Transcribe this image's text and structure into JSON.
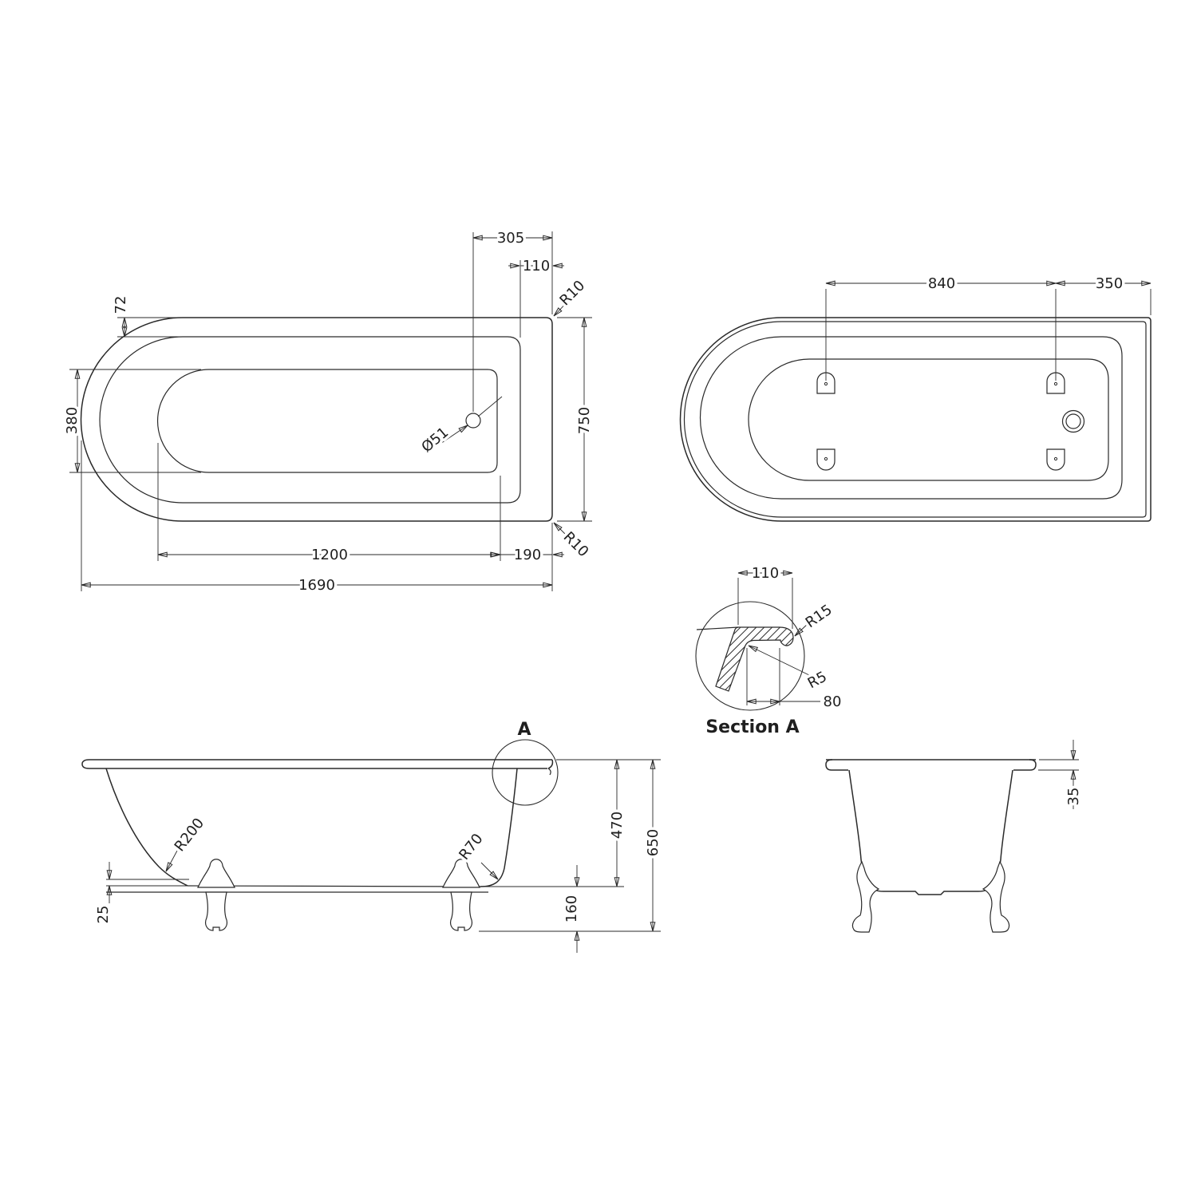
{
  "drawing": {
    "background": "#ffffff",
    "stroke_color": "#2a2a2a",
    "plan_view": {
      "dim_305": "305",
      "dim_110": "110",
      "radius_top_corner": "R10",
      "dim_72": "72",
      "dim_380": "380",
      "drain_diameter": "Ø51",
      "dim_750": "750",
      "dim_1200": "1200",
      "dim_190": "190",
      "radius_bottom_corner": "R10",
      "dim_1690": "1690"
    },
    "underside_view": {
      "dim_840": "840",
      "dim_350": "350"
    },
    "section_detail": {
      "title": "Section A",
      "dim_110": "110",
      "radius_rim_edge": "R15",
      "radius_inner_corner": "R5",
      "dim_80": "80"
    },
    "side_view": {
      "callout_label": "A",
      "radius_left_wall": "R200",
      "radius_right_wall": "R70",
      "dim_470": "470",
      "dim_650": "650",
      "dim_25": "25",
      "dim_160": "160"
    },
    "end_view": {
      "dim_35": "35"
    }
  }
}
